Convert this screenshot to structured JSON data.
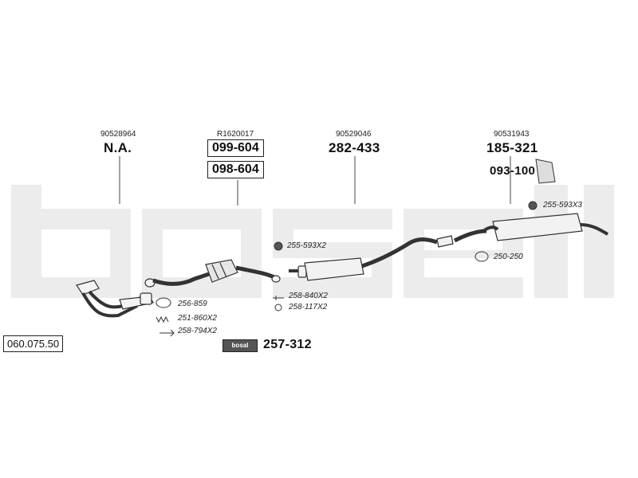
{
  "diagram": {
    "document_id": "060.075.50",
    "brand": "bosal",
    "columns": [
      {
        "ref": "90528964",
        "parts": [
          "N.A."
        ]
      },
      {
        "ref": "R1620017",
        "parts": [
          "099-604",
          "098-604"
        ]
      },
      {
        "ref": "90529046",
        "parts": [
          "282-433"
        ]
      },
      {
        "ref": "90531943",
        "parts": [
          "185-321"
        ]
      }
    ],
    "side_part": "093-100",
    "small_parts": {
      "gasket_front": "256-859",
      "spring_front": "251-860X2",
      "bolt_front": "258-794X2",
      "hanger_mid": "255-593X2",
      "bolt_mid": "258-840X2",
      "ring_mid": "258-117X2",
      "hanger_rear": "255-593X3",
      "clamp_rear": "250-250"
    },
    "kit_part": "257-312"
  }
}
